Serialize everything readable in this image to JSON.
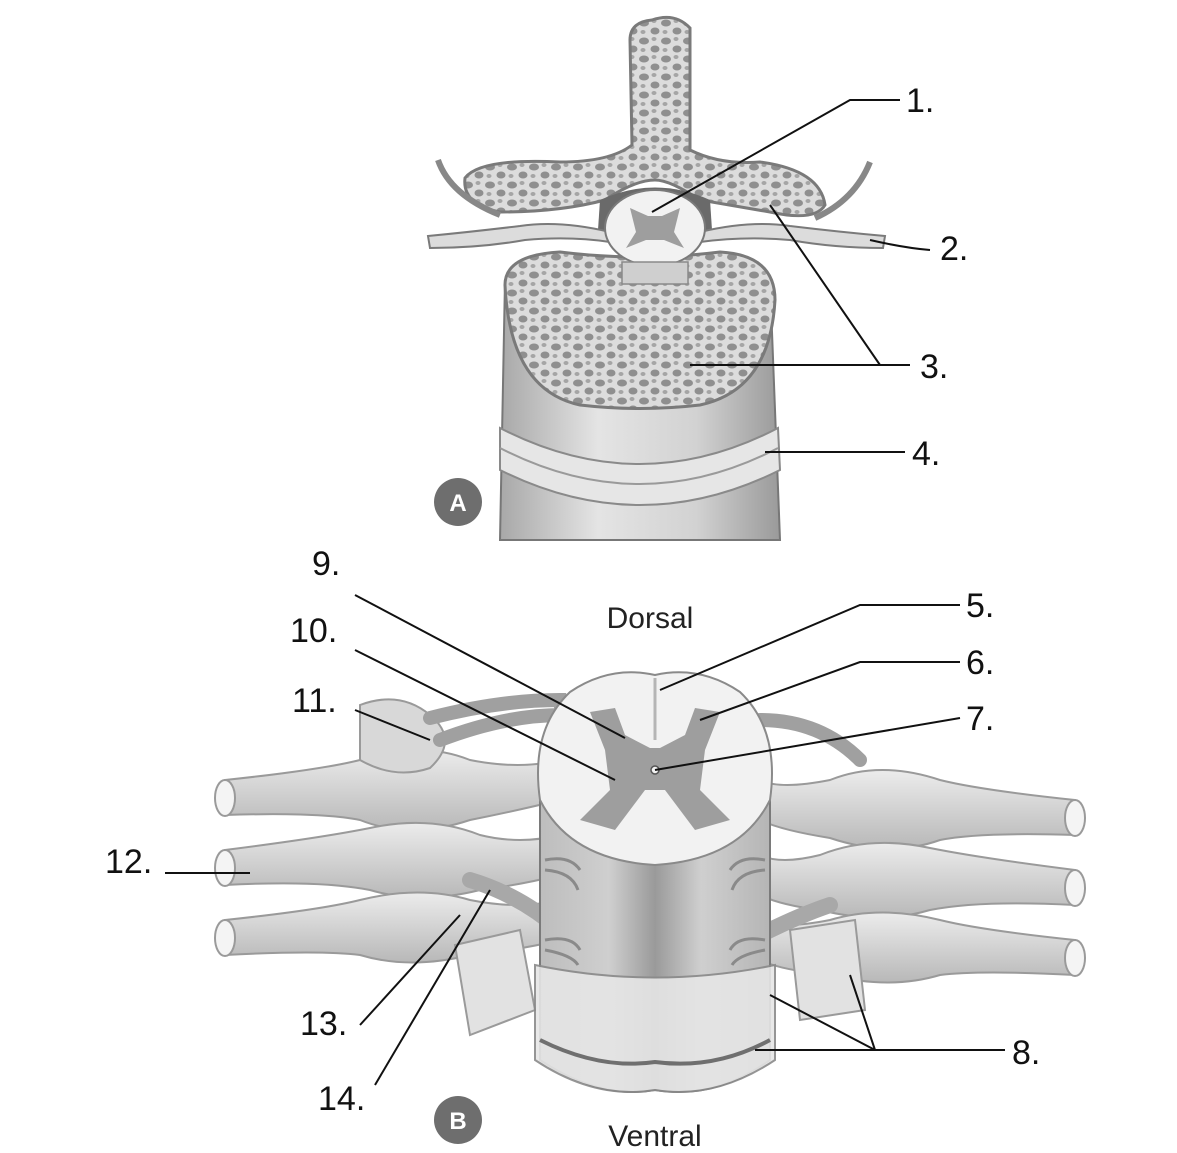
{
  "panels": {
    "a_badge": "A",
    "b_badge": "B"
  },
  "orientation": {
    "dorsal": "Dorsal",
    "ventral": "Ventral"
  },
  "labels": [
    "1.",
    "2.",
    "3.",
    "4.",
    "5.",
    "6.",
    "7.",
    "8.",
    "9.",
    "10.",
    "11.",
    "12.",
    "13.",
    "14."
  ],
  "colors": {
    "bone": "#d9d9d9",
    "bone_pores": "#9a9a9a",
    "white_matter": "#f2f2f2",
    "gray_matter": "#9e9e9e",
    "nerve": "#cfcfcf",
    "badge": "#6e6e6e"
  }
}
